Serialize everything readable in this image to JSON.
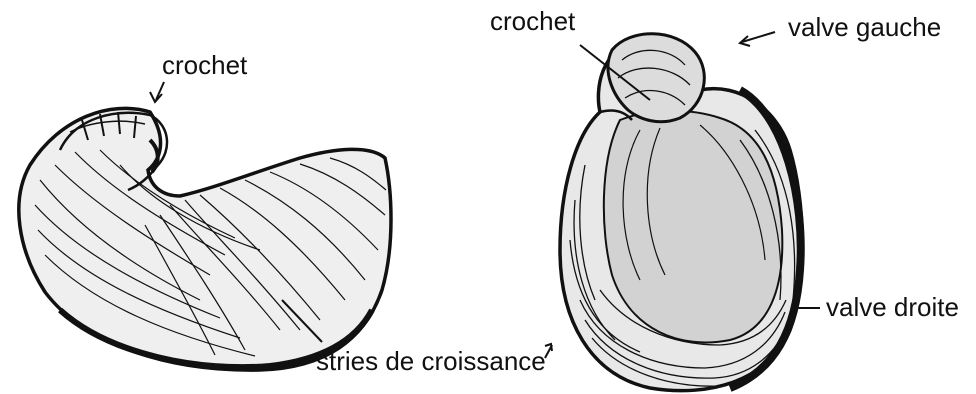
{
  "labels": {
    "left_crochet": "crochet",
    "striae": "stries de croissance",
    "right_crochet": "crochet",
    "left_valve": "valve gauche",
    "right_valve": "valve droite"
  },
  "colors": {
    "ink": "#111111",
    "background": "#ffffff",
    "shade": "#d9d9d9"
  }
}
